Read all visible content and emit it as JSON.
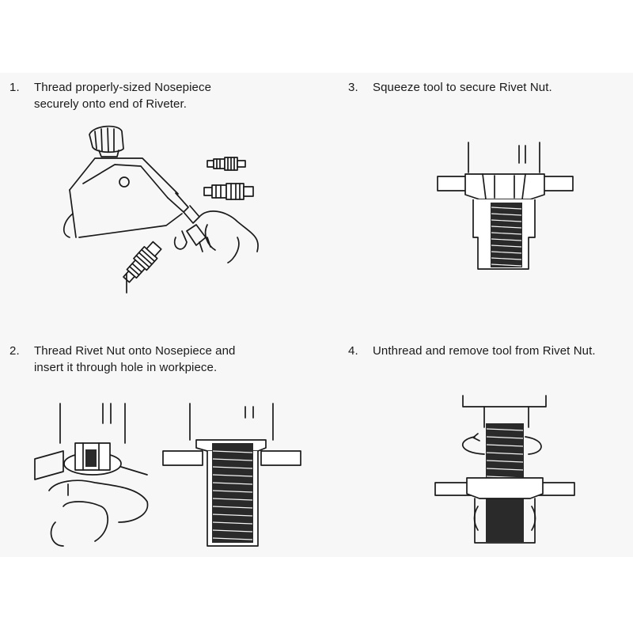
{
  "steps": [
    {
      "number": "1.",
      "line1": "Thread properly-sized Nosepiece",
      "line2": "securely onto end of Riveter."
    },
    {
      "number": "2.",
      "line1": "Thread Rivet Nut onto Nosepiece and",
      "line2": "insert it through hole in workpiece."
    },
    {
      "number": "3.",
      "line1": "Squeeze tool to secure Rivet Nut.",
      "line2": ""
    },
    {
      "number": "4.",
      "line1": "Unthread and remove tool from Rivet Nut.",
      "line2": ""
    }
  ]
}
